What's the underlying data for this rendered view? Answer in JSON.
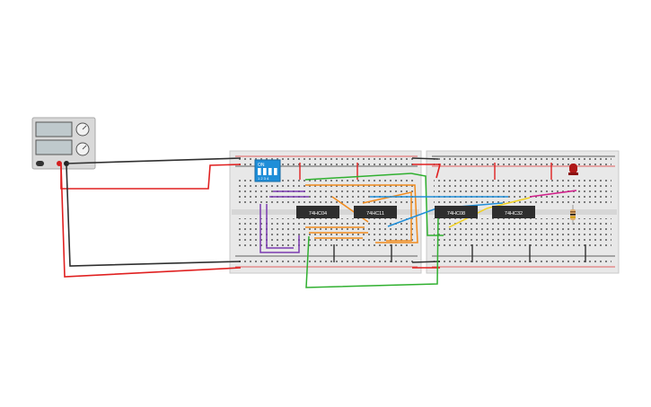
{
  "chips": [
    {
      "id": "u1",
      "label": "74HC04"
    },
    {
      "id": "u2",
      "label": "74HC11"
    },
    {
      "id": "u3",
      "label": "74HC08"
    },
    {
      "id": "u4",
      "label": "74HC32"
    }
  ],
  "dip_switch": {
    "label": "ON",
    "positions": "1 2 3 4"
  },
  "power_supply": {
    "display_top": "",
    "display_bottom": ""
  },
  "wire_colors": {
    "red": "#e02020",
    "black": "#303030",
    "green": "#30b030",
    "orange": "#f08a1c",
    "purple": "#7a3bb0",
    "blue": "#1f8ed8",
    "yellow": "#f0d020",
    "magenta": "#d0208a"
  },
  "components": [
    "led",
    "resistor",
    "dip-switch",
    "power-supply",
    "breadboard-left",
    "breadboard-right"
  ]
}
